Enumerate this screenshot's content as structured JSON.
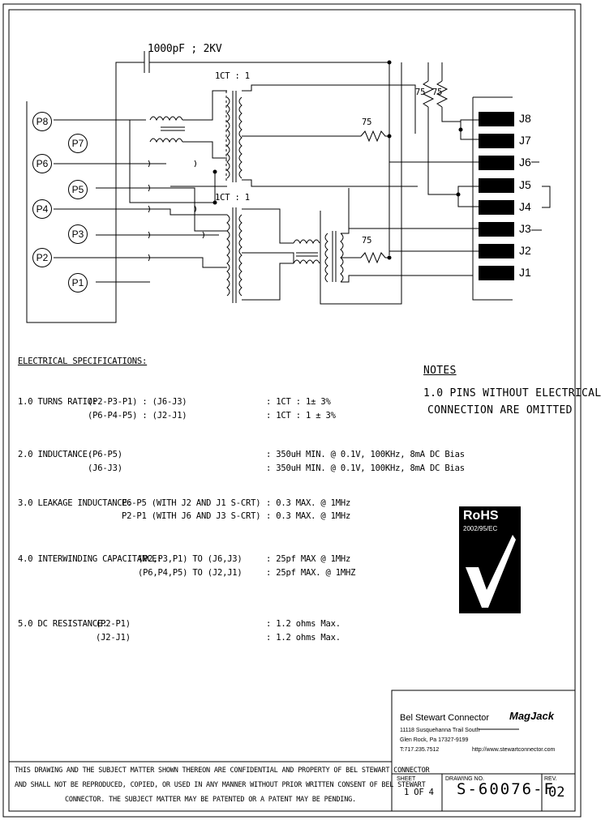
{
  "cap_label": "1000pF ; 2KV",
  "ratio_top": "1CT : 1",
  "ratio_bottom": "1CT : 1",
  "resistors": {
    "r1": "75",
    "r2": "75",
    "r3": "75",
    "r4": "75"
  },
  "pins_left": [
    "P8",
    "P7",
    "P6",
    "P5",
    "P4",
    "P3",
    "P2",
    "P1"
  ],
  "pins_right": [
    "J8",
    "J7",
    "J6",
    "J5",
    "J4",
    "J3",
    "J2",
    "J1"
  ],
  "specs": {
    "heading": "ELECTRICAL SPECIFICATIONS:",
    "s1": {
      "label": "1.0  TURNS RATIO:",
      "a": "(P2-P3-P1) : (J6-J3)",
      "b": "(P6-P4-P5) : (J2-J1)",
      "va": ": 1CT : 1± 3%",
      "vb": ": 1CT : 1 ± 3%"
    },
    "s2": {
      "label": "2.0  INDUCTANCE:",
      "a": "(P6-P5)",
      "b": "(J6-J3)",
      "va": ": 350uH MIN. @ 0.1V, 100KHz, 8mA DC Bias",
      "vb": ": 350uH MIN. @ 0.1V, 100KHz, 8mA DC Bias"
    },
    "s3": {
      "label": "3.0  LEAKAGE INDUCTANCE:",
      "a": "P6-P5 (WITH J2 AND J1 S-CRT)",
      "b": "P2-P1 (WITH J6 AND J3 S-CRT)",
      "va": ": 0.3 MAX. @ 1MHz",
      "vb": ": 0.3 MAX. @ 1MHz"
    },
    "s4": {
      "label": "4.0  INTERWINDING CAPACITANCE:",
      "a": "(P2,P3,P1) TO (J6,J3)",
      "b": "(P6,P4,P5) TO (J2,J1)",
      "va": ": 25pf MAX @ 1MHz",
      "vb": ": 25pf MAX. @ 1MHZ"
    },
    "s5": {
      "label": "5.0  DC RESISTANCE:",
      "a": "(P2-P1)",
      "b": "(J2-J1)",
      "va": ": 1.2 ohms Max.",
      "vb": ": 1.2 ohms Max."
    }
  },
  "notes": {
    "title": "NOTES",
    "line1": "1.0 PINS WITHOUT ELECTRICAL",
    "line2": "CONNECTION ARE OMITTED"
  },
  "rohs": {
    "title": "RoHS",
    "sub": "2002/95/EC"
  },
  "title_block": {
    "company": "Bel Stewart Connector",
    "addr1": "11118 Susquehanna Trail South",
    "addr2": "Glen Rock, Pa 17327-9199",
    "phone": "T:717.235.7512",
    "brand": "MagJack",
    "url": "http://www.stewartconnector.com",
    "sheet_label": "SHEET",
    "sheet_value": "1 OF 4",
    "drawing_label": "DRAWING NO.",
    "drawing_value": "S-60076-F",
    "rev_label": "REV.",
    "rev_value": "02"
  },
  "confidential": {
    "l1": "THIS DRAWING AND THE SUBJECT MATTER SHOWN THEREON ARE CONFIDENTIAL AND PROPERTY OF BEL STEWART CONNECTOR",
    "l2": "AND SHALL NOT BE REPRODUCED, COPIED, OR USED IN ANY MANNER WITHOUT PRIOR WRITTEN CONSENT OF BEL STEWART",
    "l3": "CONNECTOR. THE SUBJECT MATTER MAY BE PATENTED OR A PATENT MAY BE PENDING."
  }
}
